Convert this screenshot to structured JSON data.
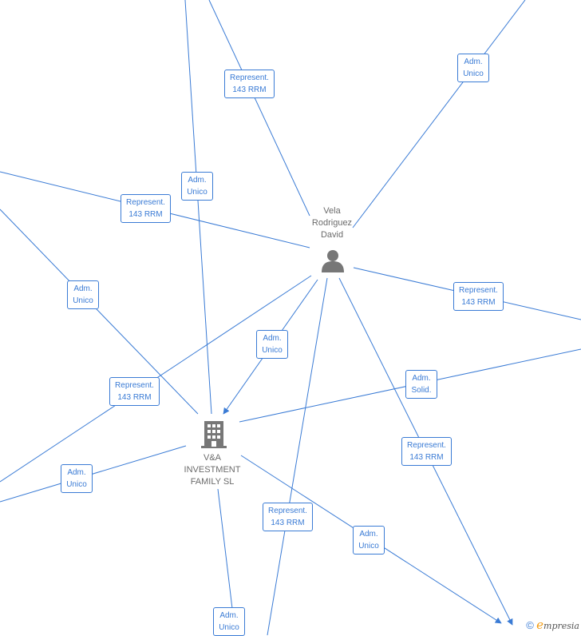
{
  "nodes": {
    "person": {
      "name_lines": [
        "Vela",
        "Rodriguez",
        "David"
      ]
    },
    "company": {
      "name_lines": [
        "V&A",
        "INVESTMENT",
        "FAMILY  SL"
      ]
    }
  },
  "labels": [
    {
      "id": "top-represent",
      "lines": [
        "Represent.",
        "143 RRM"
      ]
    },
    {
      "id": "top-right-adm",
      "lines": [
        "Adm.",
        "Unico"
      ]
    },
    {
      "id": "mid-adm",
      "lines": [
        "Adm.",
        "Unico"
      ]
    },
    {
      "id": "left-represent",
      "lines": [
        "Represent.",
        "143 RRM"
      ]
    },
    {
      "id": "right-represent",
      "lines": [
        "Represent.",
        "143 RRM"
      ]
    },
    {
      "id": "left-adm",
      "lines": [
        "Adm.",
        "Unico"
      ]
    },
    {
      "id": "center-adm",
      "lines": [
        "Adm.",
        "Unico"
      ]
    },
    {
      "id": "solid-adm",
      "lines": [
        "Adm.",
        "Solid."
      ]
    },
    {
      "id": "lower-left-represent",
      "lines": [
        "Represent.",
        "143 RRM"
      ]
    },
    {
      "id": "lower-right-represent",
      "lines": [
        "Represent.",
        "143 RRM"
      ]
    },
    {
      "id": "bottom-left-adm",
      "lines": [
        "Adm.",
        "Unico"
      ]
    },
    {
      "id": "bottom-center-represent",
      "lines": [
        "Represent.",
        "143 RRM"
      ]
    },
    {
      "id": "bottom-right-adm",
      "lines": [
        "Adm.",
        "Unico"
      ]
    },
    {
      "id": "bottom-adm",
      "lines": [
        "Adm.",
        "Unico"
      ]
    }
  ],
  "brand": {
    "copyright": "©",
    "initial": "e",
    "rest": "mpresia"
  },
  "colors": {
    "edge": "#3a7bd5",
    "node_icon": "#777777",
    "node_text": "#6b6b6b",
    "brand": "#f39c12"
  }
}
